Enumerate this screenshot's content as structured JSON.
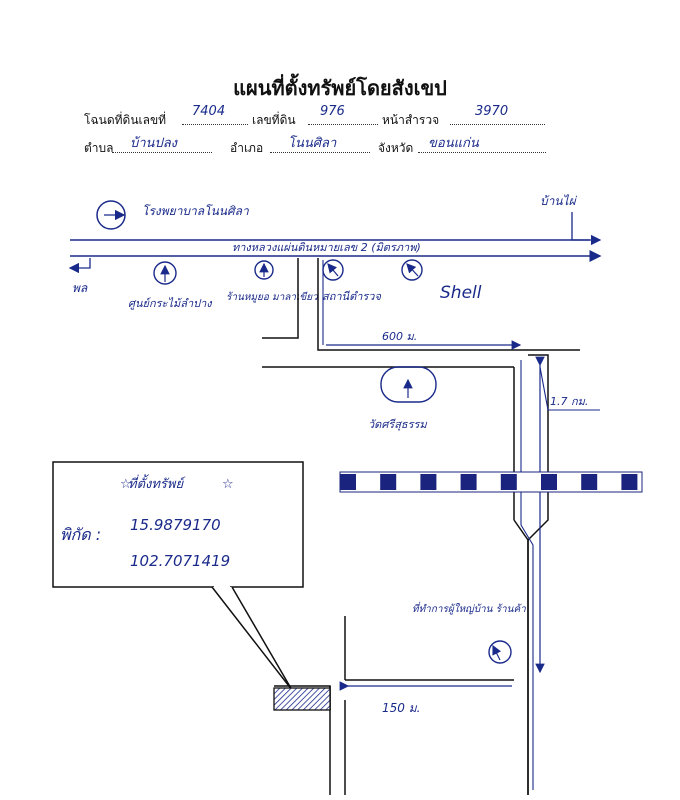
{
  "header": {
    "title": "แผนที่ตั้งทรัพย์โดยสังเขป",
    "deed_label": "โฉนดที่ดินเลขที่",
    "deed_no": "7404",
    "land_no_label": "เลขที่ดิน",
    "land_no": "976",
    "survey_label": "หน้าสำรวจ",
    "survey_no": "3970",
    "subdistrict_label": "ตำบล",
    "subdistrict": "บ้านปลง",
    "district_label": "อำเภอ",
    "district": "โนนศิลา",
    "province_label": "จังหวัด",
    "province": "ขอนแก่น"
  },
  "map": {
    "hospital": "โรงพยาบาลโนนศิลา",
    "to_ban_phai": "บ้านไผ่",
    "to_phon": "พล",
    "highway": "ทางหลวงแผ่นดินหมายเลข 2 (มิตรภาพ)",
    "shop_1": "ศูนย์กระไม้ลำปาง",
    "shop_2": "ร้านหมูยอ มาลาเขียว",
    "police": "สถานีตำรวจ",
    "shell": "Shell",
    "dist_600": "600 ม.",
    "temple": "วัดศรีสุธรรม",
    "dist_1_7": "1.7 กม.",
    "property_title": "ที่ตั้งทรัพย์",
    "coord_label": "พิกัด :",
    "lat": "15.9879170",
    "lon": "102.7071419",
    "landmark_near": "ที่ทำการผู้ใหญ่บ้าน ร้านค้า",
    "dist_150": "150 ม."
  },
  "colors": {
    "ink": "#1a2a8a",
    "dark": "#111111",
    "rail": "#1a237e"
  }
}
